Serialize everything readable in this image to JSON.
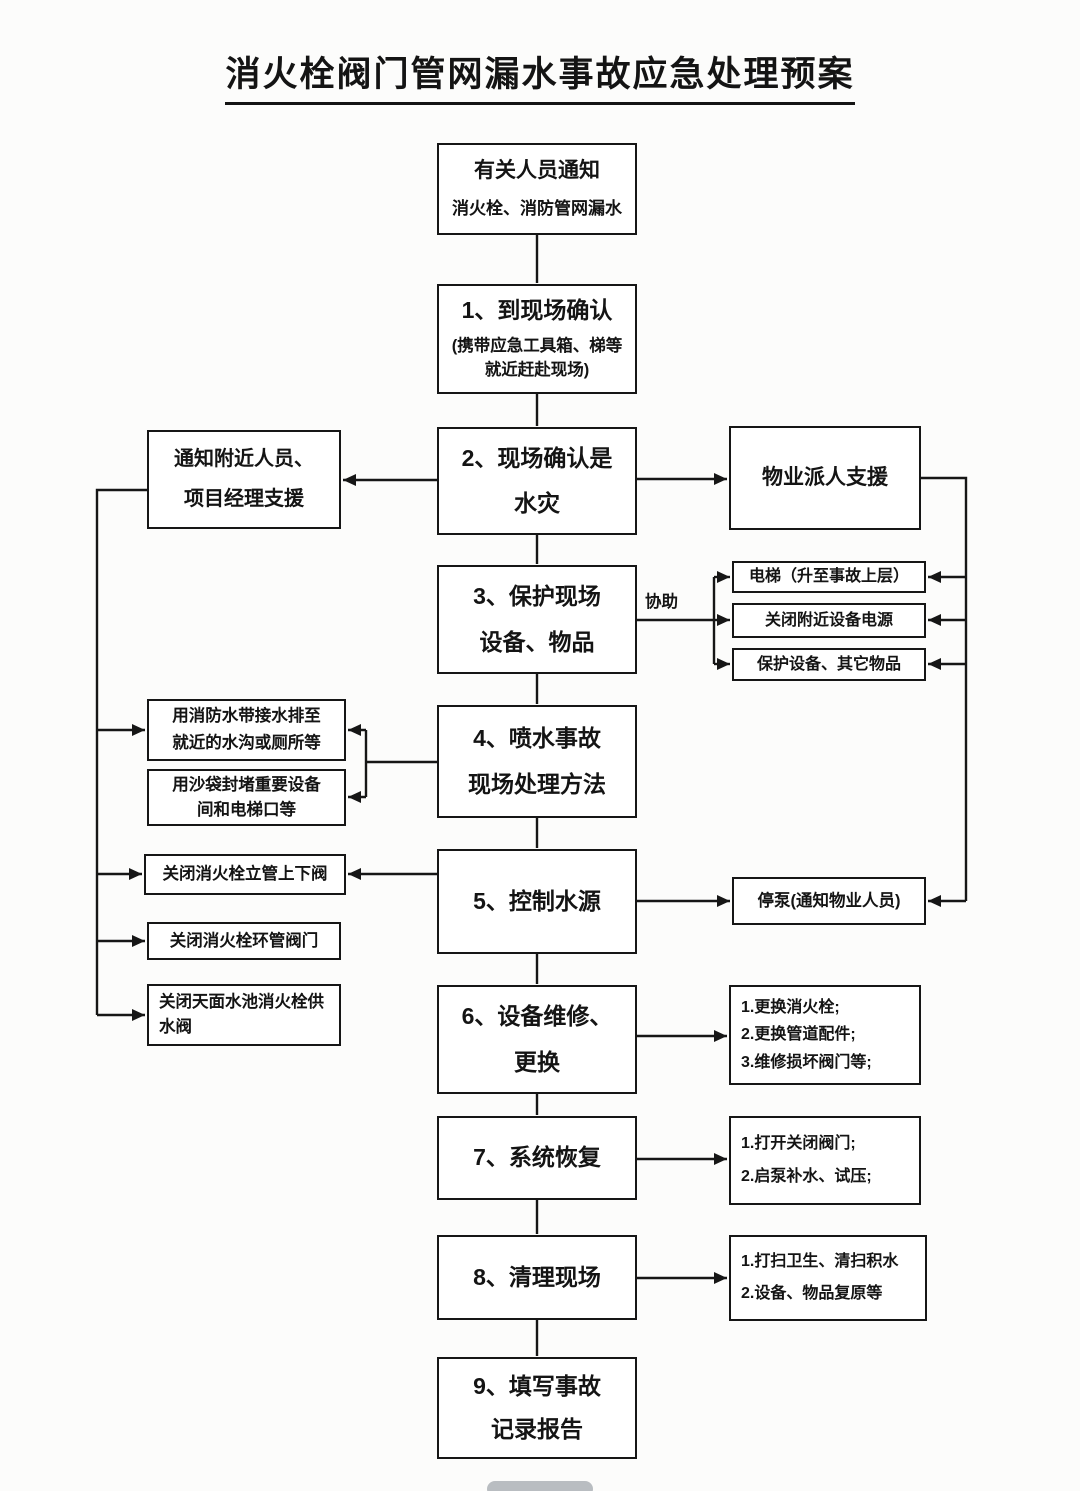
{
  "title": "消火栓阀门管网漏水事故应急处理预案",
  "assist_label": "协助",
  "flow": {
    "notify": {
      "l1": "有关人员通知",
      "l2": "消火栓、消防管网漏水"
    },
    "step1": {
      "l1": "1、到现场确认",
      "l2": "(携带应急工具箱、梯等就近赶赴现场)"
    },
    "step2": {
      "l1": "2、现场确认是",
      "l2": "水灾"
    },
    "step3": {
      "l1": "3、保护现场",
      "l2": "设备、物品"
    },
    "step4": {
      "l1": "4、喷水事故",
      "l2": "现场处理方法"
    },
    "step5": {
      "l1": "5、控制水源"
    },
    "step6": {
      "l1": "6、设备维修、",
      "l2": "更换"
    },
    "step7": {
      "l1": "7、系统恢复"
    },
    "step8": {
      "l1": "8、清理现场"
    },
    "step9": {
      "l1": "9、填写事故",
      "l2": "记录报告"
    }
  },
  "left": {
    "notify_nearby": {
      "l1": "通知附近人员、",
      "l2": "项目经理支援"
    },
    "hose": {
      "l1": "用消防水带接水排至",
      "l2": "就近的水沟或厕所等"
    },
    "sandbag": {
      "l1": "用沙袋封堵重要设备",
      "l2": "间和电梯口等"
    },
    "close_riser": {
      "l1": "关闭消火栓立管上下阀"
    },
    "close_ring": {
      "l1": "关闭消火栓环管阀门"
    },
    "close_roof": {
      "l1": "关闭天面水池消火栓供水阀"
    }
  },
  "right": {
    "property": {
      "l1": "物业派人支援"
    },
    "elevator": {
      "l1": "电梯（升至事故上层）"
    },
    "close_power": {
      "l1": "关闭附近设备电源"
    },
    "protect_items": {
      "l1": "保护设备、其它物品"
    },
    "stop_pump": {
      "l1": "停泵(通知物业人员)"
    },
    "repair_list": {
      "l1": "1.更换消火栓;",
      "l2": "2.更换管道配件;",
      "l3": "3.维修损坏阀门等;"
    },
    "restore_list": {
      "l1": "1.打开关闭阀门;",
      "l2": "2.启泵补水、试压;"
    },
    "clean_list": {
      "l1": "1.打扫卫生、清扫积水",
      "l2": "2.设备、物品复原等"
    }
  },
  "colors": {
    "line": "#161616",
    "box_bg": "#ffffff",
    "page_bg": "#fcfcfb"
  }
}
